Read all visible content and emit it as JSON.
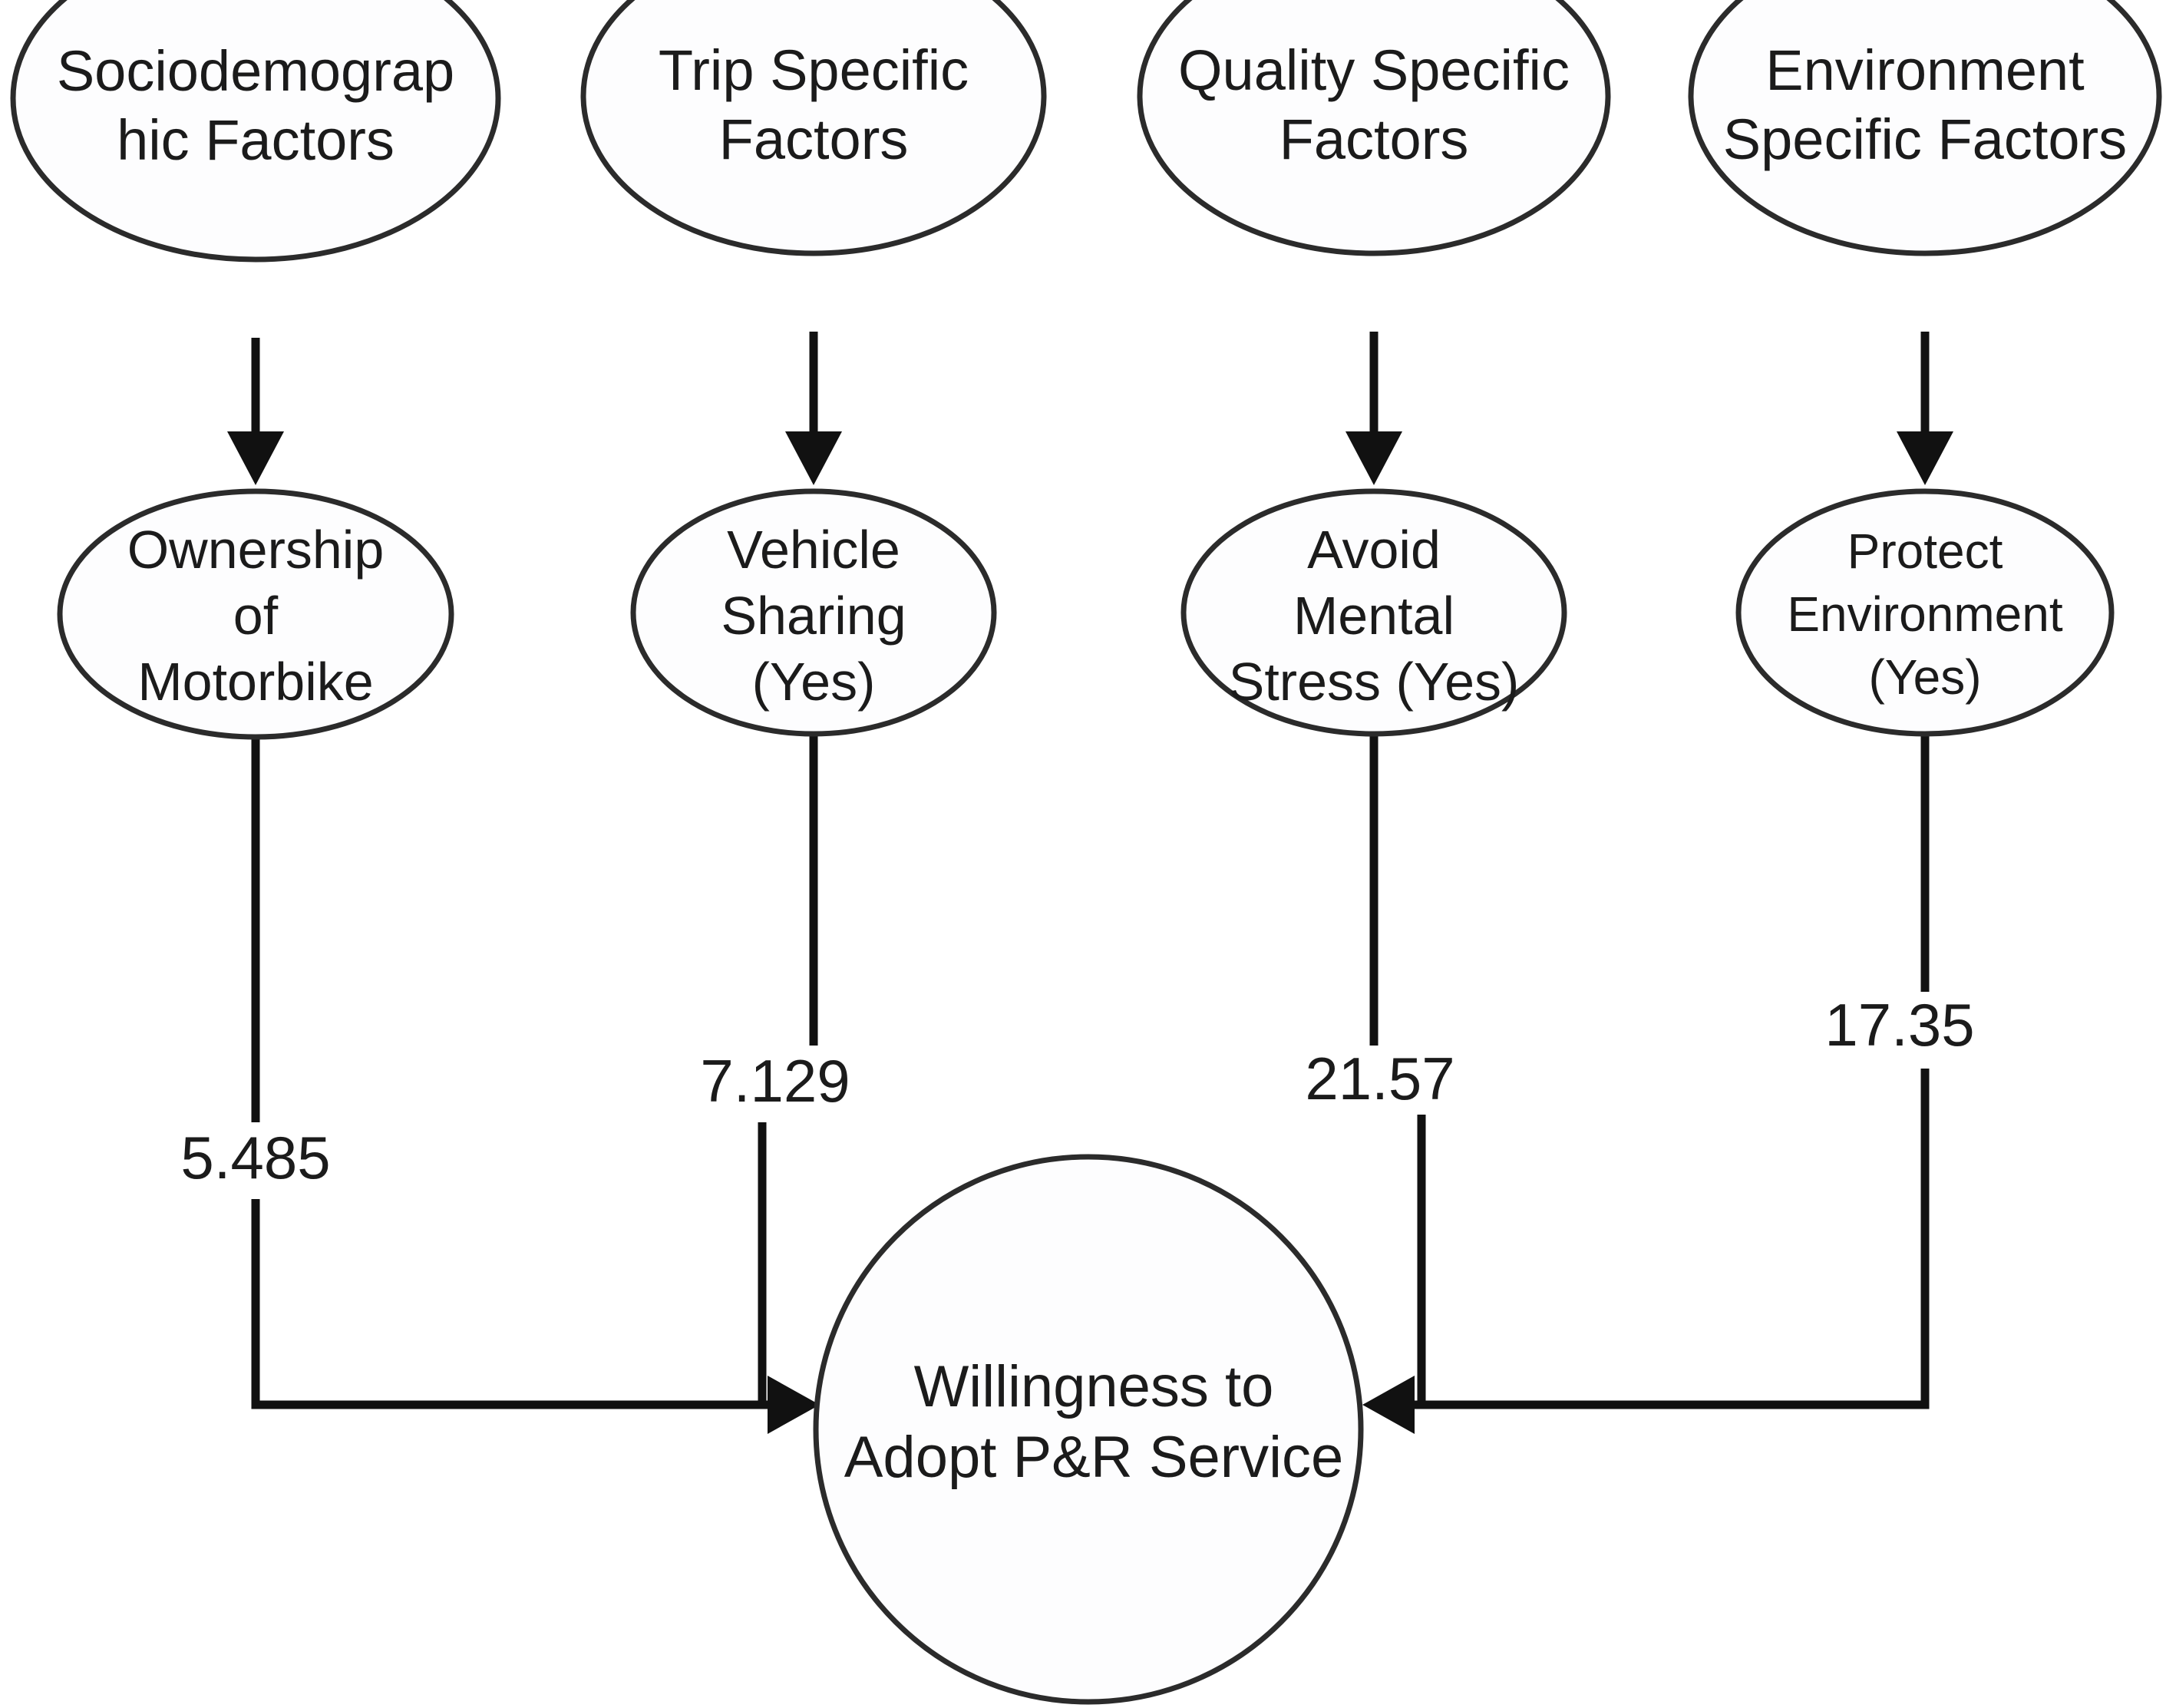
{
  "figure": {
    "type": "path-diagram",
    "background_color": "#ffffff",
    "node_stroke_color": "#2b2b2b",
    "edge_color": "#111111",
    "text_color": "#1b1b1b"
  },
  "nodes": {
    "exogenous_constructs": [
      {
        "id": "sociodemographic",
        "lines": [
          "Sociodemograp",
          "hic Factors"
        ]
      },
      {
        "id": "trip",
        "lines": [
          "Trip Specific",
          "Factors"
        ]
      },
      {
        "id": "quality",
        "lines": [
          "Quality Specific",
          "Factors"
        ]
      },
      {
        "id": "environment",
        "lines": [
          "Environment",
          "Specific Factors"
        ]
      }
    ],
    "indicators": [
      {
        "id": "motorbike",
        "lines": [
          "Ownership",
          "of",
          "Motorbike"
        ]
      },
      {
        "id": "vehicle_sharing",
        "lines": [
          "Vehicle",
          "Sharing",
          "(Yes)"
        ]
      },
      {
        "id": "mental_stress",
        "lines": [
          "Avoid",
          "Mental",
          "Stress (Yes)"
        ]
      },
      {
        "id": "protect_env",
        "lines": [
          "Protect",
          "Environment",
          "(Yes)"
        ]
      }
    ],
    "outcome": {
      "id": "willingness",
      "lines": [
        "Willingness to",
        "Adopt P&R Service"
      ]
    }
  },
  "edges": {
    "construct_to_indicator": [
      {
        "from": "sociodemographic",
        "to": "motorbike",
        "label": ""
      },
      {
        "from": "trip",
        "to": "vehicle_sharing",
        "label": ""
      },
      {
        "from": "quality",
        "to": "mental_stress",
        "label": ""
      },
      {
        "from": "environment",
        "to": "protect_env",
        "label": ""
      }
    ],
    "indicator_to_outcome": [
      {
        "from": "motorbike",
        "to": "willingness",
        "label": "5.485"
      },
      {
        "from": "vehicle_sharing",
        "to": "willingness",
        "label": "7.129"
      },
      {
        "from": "mental_stress",
        "to": "willingness",
        "label": "21.57"
      },
      {
        "from": "protect_env",
        "to": "willingness",
        "label": "17.35"
      }
    ]
  },
  "chart_data": {
    "type": "diagram",
    "title": "",
    "categories": [
      "Ownership of Motorbike",
      "Vehicle Sharing (Yes)",
      "Avoid Mental Stress (Yes)",
      "Protect Environment (Yes)"
    ],
    "values": [
      5.485,
      7.129,
      21.57,
      17.35
    ],
    "xlabel": "",
    "ylabel": "",
    "annotations": [
      "5.485",
      "7.129",
      "21.57",
      "17.35"
    ]
  }
}
